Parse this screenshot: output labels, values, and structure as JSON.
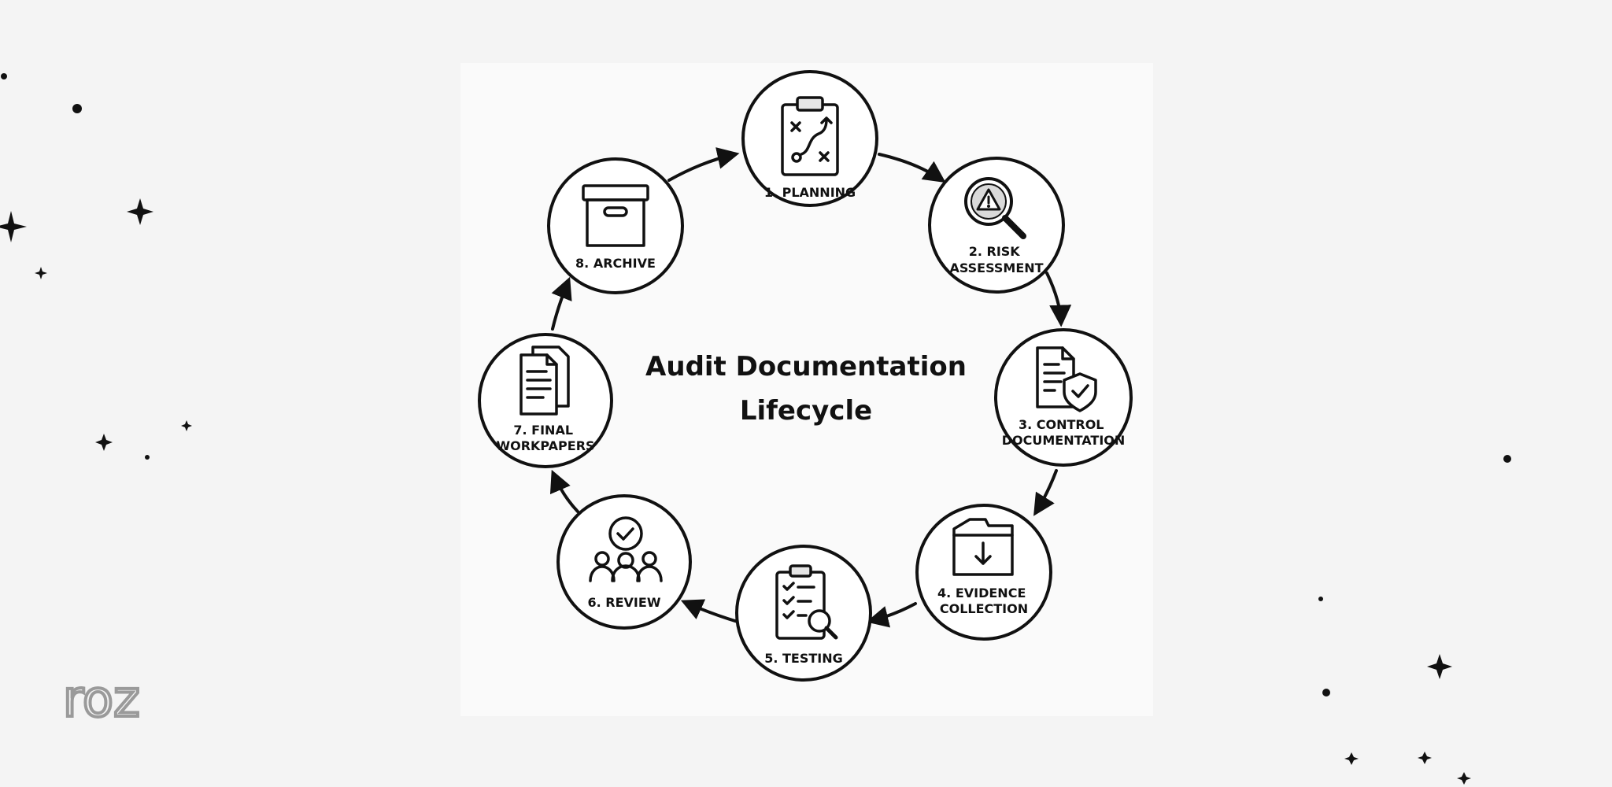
{
  "diagram": {
    "title_lines": [
      "Audit Documentation",
      "Lifecycle"
    ],
    "steps": [
      {
        "lines": [
          "1. PLANNING"
        ],
        "icon": "clipboard-strategy-icon"
      },
      {
        "lines": [
          "2. RISK",
          "ASSESSMENT"
        ],
        "icon": "magnifier-warning-icon"
      },
      {
        "lines": [
          "3. CONTROL",
          "DOCUMENTATION"
        ],
        "icon": "document-shield-icon"
      },
      {
        "lines": [
          "4. EVIDENCE",
          "COLLECTION"
        ],
        "icon": "folder-download-icon"
      },
      {
        "lines": [
          "5. TESTING"
        ],
        "icon": "checklist-magnifier-icon"
      },
      {
        "lines": [
          "6. REVIEW"
        ],
        "icon": "team-check-icon"
      },
      {
        "lines": [
          "7. FINAL",
          "WORKPAPERS"
        ],
        "icon": "stacked-documents-icon"
      },
      {
        "lines": [
          "8. ARCHIVE"
        ],
        "icon": "archive-box-icon"
      }
    ]
  },
  "branding": {
    "logo_text": "roz"
  },
  "colors": {
    "ink": "#111111",
    "background": "#f4f4f4",
    "panel": "#fafafa",
    "logo": "#9a9a9a"
  }
}
